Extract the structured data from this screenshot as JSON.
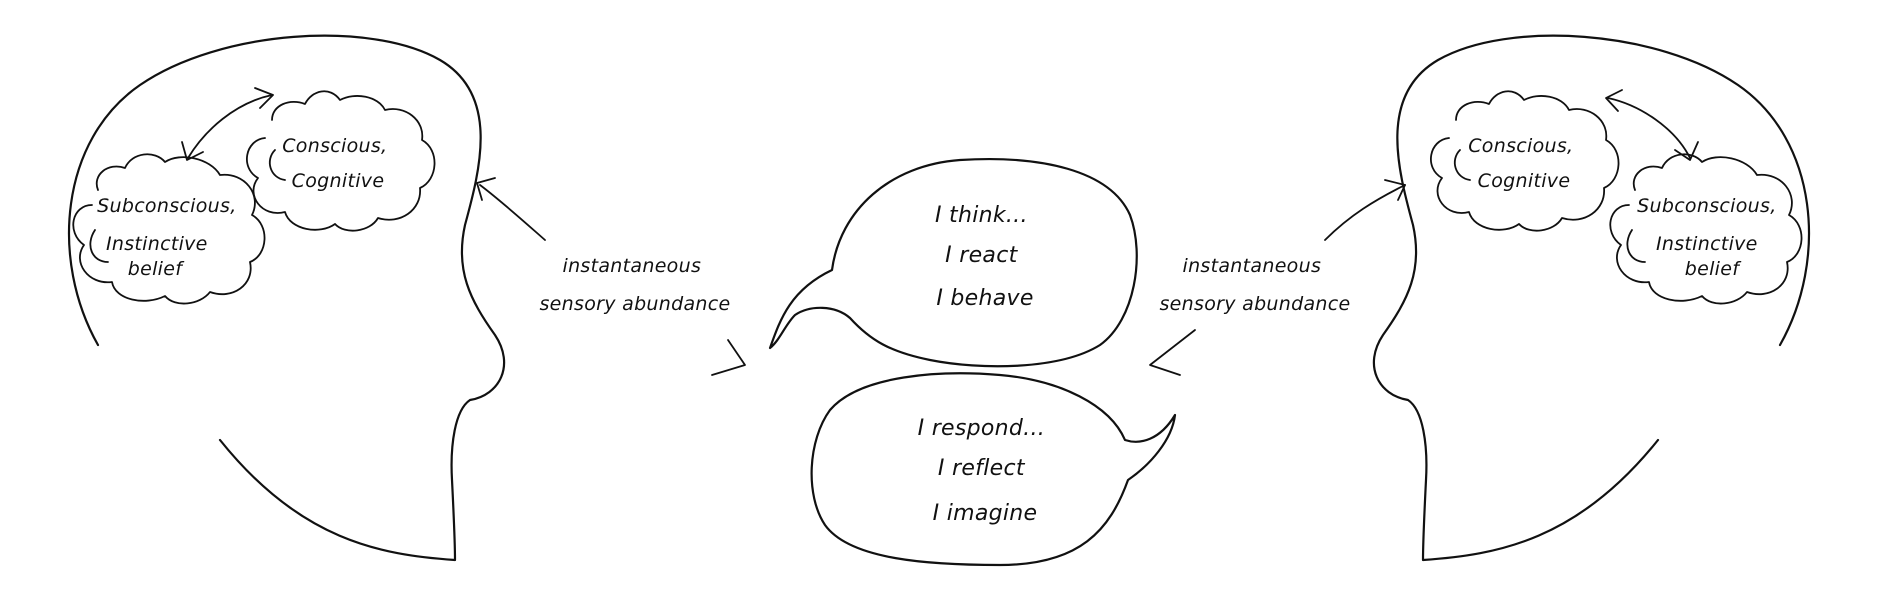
{
  "left_head": {
    "conscious_label": [
      "Conscious,",
      "Cognitive"
    ],
    "subconscious_label": [
      "Subconscious,",
      "Instinctive",
      "belief"
    ]
  },
  "right_head": {
    "conscious_label": [
      "Conscious,",
      "Cognitive"
    ],
    "subconscious_label": [
      "Subconscious,",
      "Instinctive",
      "belief"
    ]
  },
  "left_input_label": [
    "instantaneous",
    "sensory abundance"
  ],
  "right_input_label": [
    "instantaneous",
    "sensory abundance"
  ],
  "speech_bubble_top": [
    "I think...",
    "I react",
    "I behave"
  ],
  "speech_bubble_bottom": [
    "I respond...",
    "I reflect",
    "I imagine"
  ]
}
